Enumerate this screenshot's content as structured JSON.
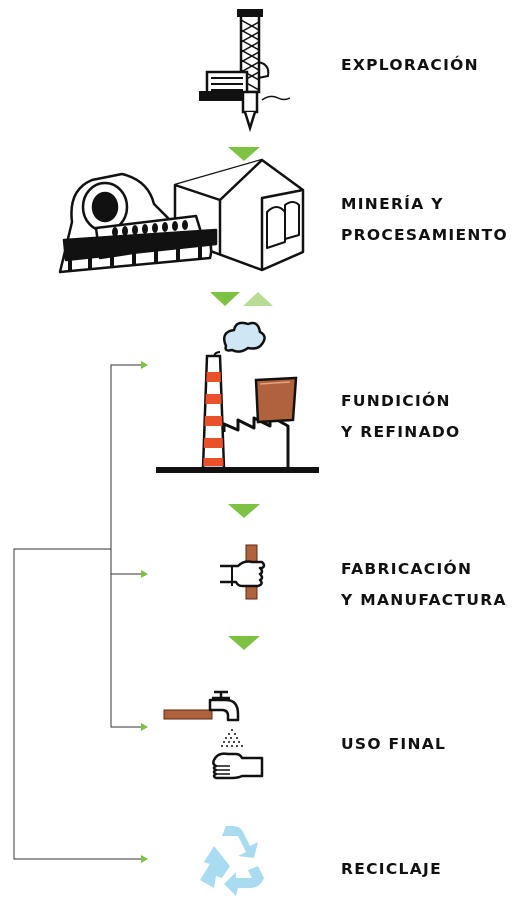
{
  "colors": {
    "arrow_green": "#7dc242",
    "recycle_blue": "#a9dcf0",
    "copper": "#b0623c",
    "chimney_stripe": "#e8512a",
    "line": "#222222"
  },
  "stages": [
    {
      "id": "exploracion",
      "lines": [
        "EXPLORACIÓN"
      ],
      "icon": "drill-rig-icon"
    },
    {
      "id": "mineria",
      "lines": [
        "MINERÍA Y",
        "PROCESAMIENTO"
      ],
      "icon": "mill-and-plant-icon"
    },
    {
      "id": "fundicion",
      "lines": [
        "FUNDICIÓN",
        "Y REFINADO"
      ],
      "icon": "smelter-factory-icon"
    },
    {
      "id": "fabricacion",
      "lines": [
        "FABRICACIÓN",
        "Y MANUFACTURA"
      ],
      "icon": "hand-holding-copper-bar-icon"
    },
    {
      "id": "uso",
      "lines": [
        "USO FINAL"
      ],
      "icon": "faucet-and-hand-icon"
    },
    {
      "id": "reciclaje",
      "lines": [
        "RECICLAJE"
      ],
      "icon": "recycle-icon"
    }
  ]
}
